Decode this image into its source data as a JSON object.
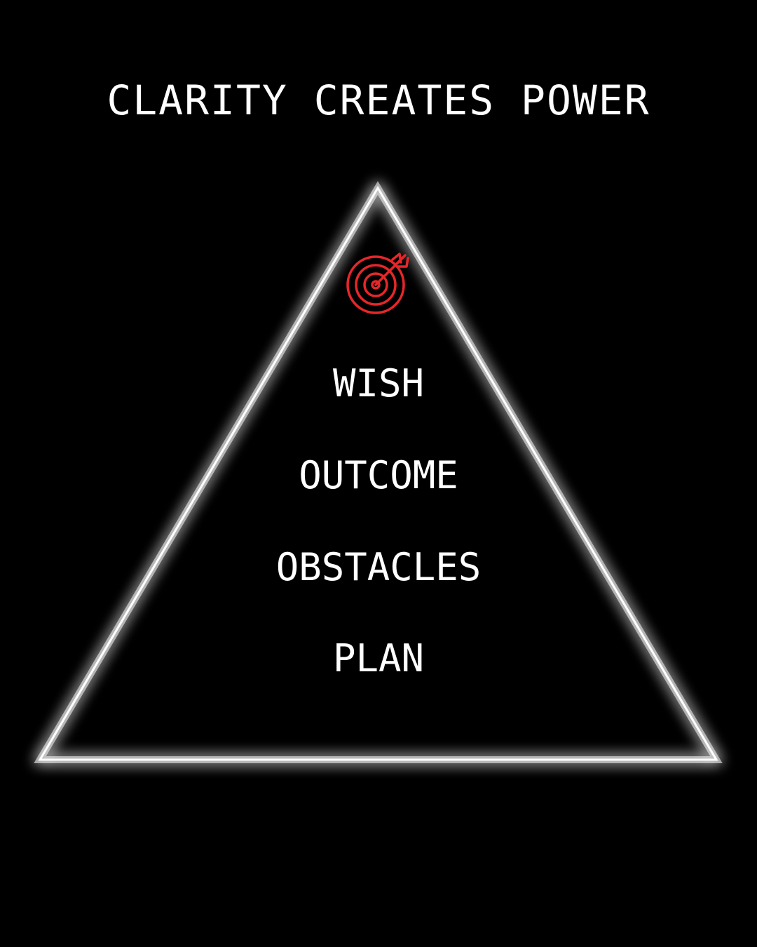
{
  "title": "CLARITY CREATES POWER",
  "icon": "target-icon",
  "steps": [
    {
      "label": "WISH"
    },
    {
      "label": "OUTCOME"
    },
    {
      "label": "OBSTACLES"
    },
    {
      "label": "PLAN"
    }
  ],
  "colors": {
    "background": "#000000",
    "text": "#ffffff",
    "outline": "#ffffff",
    "accent": "#e8262a"
  }
}
